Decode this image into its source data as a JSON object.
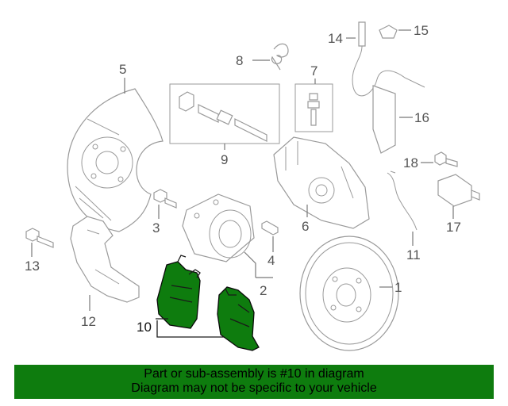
{
  "diagram": {
    "callouts": [
      "1",
      "2",
      "3",
      "4",
      "5",
      "6",
      "7",
      "8",
      "9",
      "10",
      "11",
      "12",
      "13",
      "14",
      "15",
      "16",
      "17",
      "18"
    ],
    "highlight_color": "#0e7c0e"
  },
  "banner": {
    "line1": "Part or sub-assembly is #10 in diagram",
    "line2": "Diagram may not be specific to your vehicle",
    "color": "#0e7c0e"
  }
}
